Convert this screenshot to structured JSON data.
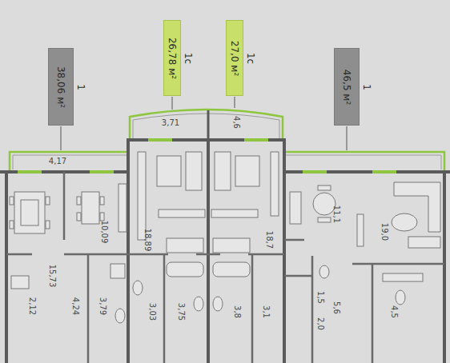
{
  "diagram": {
    "nodes": [
      {
        "text": [
          "1",
          "38,06 м²"
        ]
      },
      {
        "text": [
          "1с",
          "26,78 м²"
        ]
      },
      {
        "text": [
          "1с",
          "27,0 м²"
        ]
      },
      {
        "text": [
          "1",
          "46,5 м²"
        ]
      }
    ],
    "labels": [
      "4,17",
      "3,71",
      "4,6",
      "15,73",
      "10,09",
      "18,89",
      "18,7",
      "11,1",
      "19,0",
      "2,12",
      "4,24",
      "3,79",
      "3,03",
      "3,75",
      "3,8",
      "3,1",
      "1,5",
      "2,0",
      "5,6",
      "4,5"
    ]
  }
}
